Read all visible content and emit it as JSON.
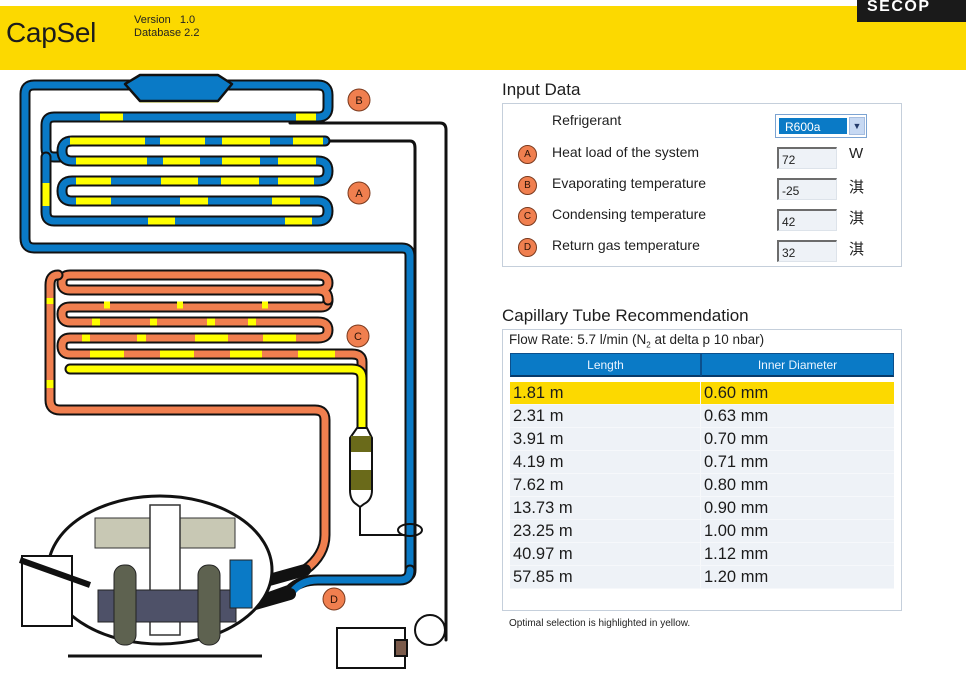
{
  "header": {
    "app_title": "CapSel",
    "version_label": "Version   1.0",
    "database_label": "Database 2.2",
    "logo_text": "SECOP",
    "brand_color": "#fcd900"
  },
  "diagram": {
    "markers": [
      "A",
      "B",
      "C",
      "D"
    ],
    "colors": {
      "evaporator": "#0a7ac6",
      "condenser": "#f07f4f",
      "liquid": "#ffff00",
      "motor": "#4e5168"
    }
  },
  "input_data": {
    "title": "Input Data",
    "refrigerant": {
      "label": "Refrigerant",
      "value": "R600a",
      "dropdown_icon": "chevron-down-icon"
    },
    "rows": [
      {
        "marker": "A",
        "label": "Heat load of the system",
        "value": "72",
        "unit": "W"
      },
      {
        "marker": "B",
        "label": "Evaporating temperature",
        "value": "-25",
        "unit": "淇"
      },
      {
        "marker": "C",
        "label": "Condensing temperature",
        "value": "42",
        "unit": "淇"
      },
      {
        "marker": "D",
        "label": "Return gas temperature",
        "value": "32",
        "unit": "淇"
      }
    ]
  },
  "recommendation": {
    "title": "Capillary Tube Recommendation",
    "flow_rate_prefix": "Flow Rate: 5.7 l/min (N",
    "flow_rate_sub": "2",
    "flow_rate_suffix": " at delta p 10 nbar)",
    "columns": [
      "Length",
      "Inner Diameter"
    ],
    "rows": [
      {
        "length": "1.81 m",
        "diameter": "0.60 mm",
        "highlighted": true
      },
      {
        "length": "2.31 m",
        "diameter": "0.63 mm",
        "highlighted": false
      },
      {
        "length": "3.91 m",
        "diameter": "0.70 mm",
        "highlighted": false
      },
      {
        "length": "4.19 m",
        "diameter": "0.71 mm",
        "highlighted": false
      },
      {
        "length": "7.62 m",
        "diameter": "0.80 mm",
        "highlighted": false
      },
      {
        "length": "13.73 m",
        "diameter": "0.90 mm",
        "highlighted": false
      },
      {
        "length": "23.25 m",
        "diameter": "1.00 mm",
        "highlighted": false
      },
      {
        "length": "40.97 m",
        "diameter": "1.12 mm",
        "highlighted": false
      },
      {
        "length": "57.85 m",
        "diameter": "1.20 mm",
        "highlighted": false
      }
    ],
    "note": "Optimal selection is highlighted in yellow."
  }
}
